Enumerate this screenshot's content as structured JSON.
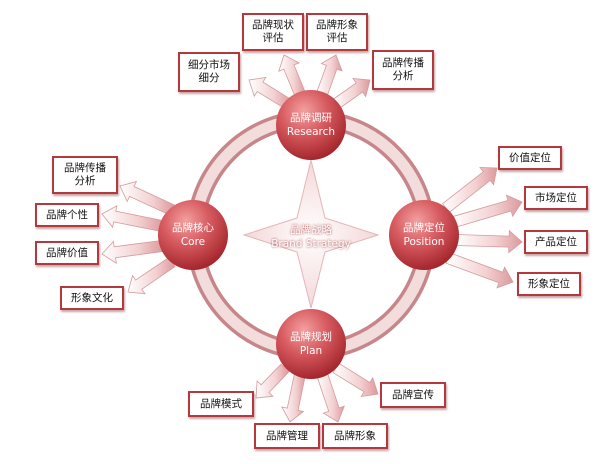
{
  "colors": {
    "ring_outer": "#c7878a",
    "ring_inner": "#f3dcdc",
    "node_light": "#f08686",
    "node_dark": "#a4262c",
    "box_border": "#b23a3f",
    "arrow_light": "#ffffff",
    "arrow_dark": "#e3a6a8"
  },
  "center": {
    "label_cn": "品牌战略",
    "label_en": "Brand Strategy"
  },
  "nodes": {
    "research": {
      "label_cn": "品牌调研",
      "label_en": "Research"
    },
    "core": {
      "label_cn": "品牌核心",
      "label_en": "Core"
    },
    "position": {
      "label_cn": "品牌定位",
      "label_en": "Position"
    },
    "plan": {
      "label_cn": "品牌规划",
      "label_en": "Plan"
    }
  },
  "boxes": {
    "research": [
      "细分市场\n细分",
      "品牌现状\n评估",
      "品牌形象\n评估",
      "品牌传播\n分析"
    ],
    "core": [
      "品牌传播\n分析",
      "品牌个性",
      "品牌价值",
      "形象文化"
    ],
    "position": [
      "价值定位",
      "市场定位",
      "产品定位",
      "形象定位"
    ],
    "plan": [
      "品牌模式",
      "品牌管理",
      "品牌形象",
      "品牌宣传"
    ]
  }
}
